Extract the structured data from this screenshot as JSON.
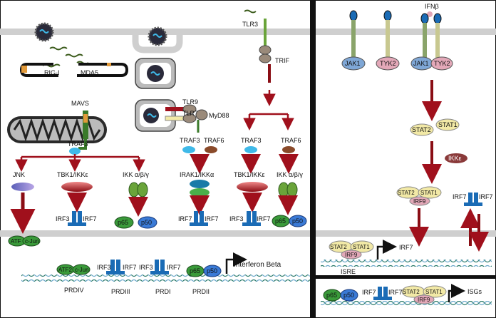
{
  "left": {
    "receptors": {
      "rigi": "RIG-I",
      "mda5": "MDA5",
      "tlr3": "TLR3",
      "tlr9": "TLR9",
      "tlr7": "TLR7"
    },
    "adaptors": {
      "mavs": "MAVS",
      "myd88": "MyD88",
      "trif": "TRIF"
    },
    "kinases": {
      "traf3": "TRAF3",
      "traf6": "TRAF6",
      "jnk": "JNK",
      "tbk1": "TBK1/IKKε",
      "ikk": "IKK α/β/γ",
      "irak1": "IRAK1/IKKα"
    },
    "tfs": {
      "irf3": "IRF3",
      "irf7": "IRF7",
      "p65": "p65",
      "p50": "p50",
      "atf": "ATF",
      "cjun": "c-Jun",
      "atf2": "ATF2"
    },
    "promoter": {
      "prdiv": "PRDIV",
      "prdiii": "PRDIII",
      "prdi": "PRDI",
      "prdii": "PRDII",
      "gene": "Interferon Beta"
    }
  },
  "right": {
    "ligand": "IFNβ",
    "jak1": "JAK1",
    "tyk2": "TYK2",
    "stat1": "STAT1",
    "stat2": "STAT2",
    "ikke": "IKKε",
    "irf9": "IRF9",
    "irf7": "IRF7",
    "isre": "ISRE",
    "isgs": "ISGs",
    "p65": "p65",
    "p50": "p50"
  },
  "colors": {
    "membrane": "#cfcfcf",
    "arrow_red": "#a0101c",
    "irf_blue": "#1a6bb5",
    "p_green": "#2d8a2d",
    "jak_blue": "#7fa7d6",
    "tyk_pink": "#e3a8b8",
    "stat_yellow": "#f2e9a6"
  }
}
